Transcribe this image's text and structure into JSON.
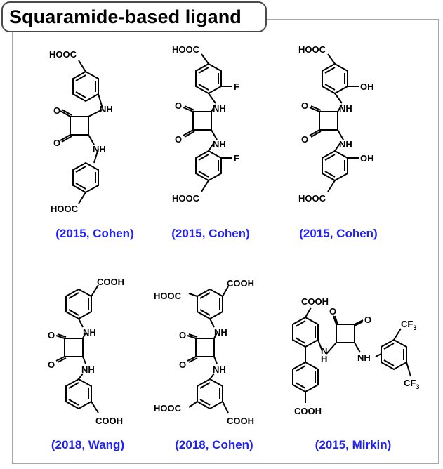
{
  "title": "Squaramide-based ligand",
  "atoms": {
    "hoocc": "HOOC",
    "cooh": "COOH",
    "nh": "NH",
    "o": "O",
    "f": "F",
    "oh": "OH",
    "h": "H",
    "n": "N",
    "cf3_cf": "CF",
    "cf3_sub": "3"
  },
  "captions": [
    "(2015, Cohen)",
    "(2015, Cohen)",
    "(2015, Cohen)",
    "(2018, Wang)",
    "(2018, Cohen)",
    "(2015, Mirkin)"
  ],
  "colors": {
    "caption": "#1f1fff",
    "frame": "#a6a6a6",
    "title_border": "#4a4a4a"
  }
}
